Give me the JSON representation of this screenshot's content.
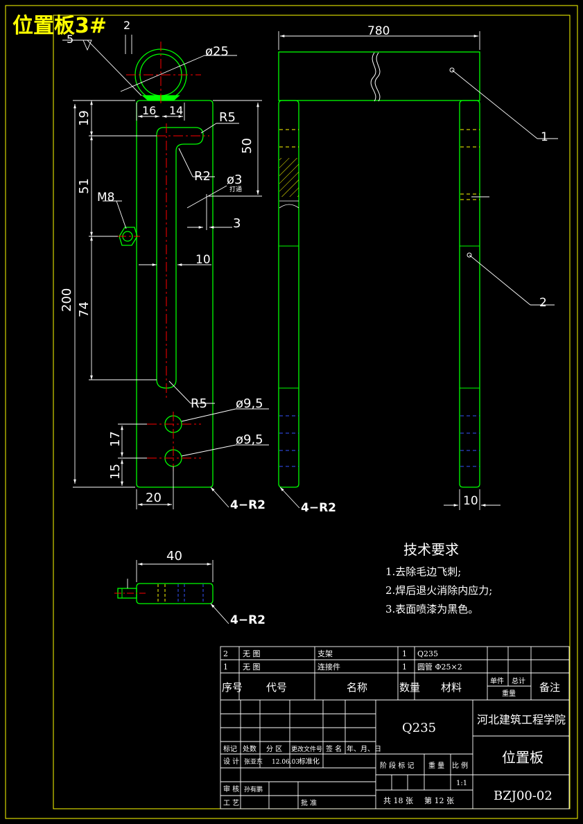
{
  "title": "位置板3#",
  "colors": {
    "background": "#000000",
    "frame": "#ffff00",
    "part_outline": "#00ff00",
    "dimension": "#ffffff",
    "center_line": "#ff0000",
    "hidden_yellow": "#ffff00",
    "hidden_blue": "#3355ff",
    "weld": "#00ff00",
    "title_text": "#ffff00"
  },
  "dims": {
    "d780": "780",
    "d25": "ø25",
    "d5": "5",
    "d2": "2",
    "d16": "16",
    "d14": "14",
    "r5a": "R5",
    "r2": "R2",
    "d50": "50",
    "d19": "19",
    "d51": "51",
    "d3dia": "ø3",
    "d3note": "打通",
    "m8": "M8",
    "d3": "3",
    "d10a": "10",
    "d200": "200",
    "d74": "74",
    "r5b": "R5",
    "d95a": "ø9,5",
    "d95b": "ø9,5",
    "d17": "17",
    "d15": "15",
    "d20": "20",
    "r2x4a": "4−R2",
    "r2x4b": "4−R2",
    "d10b": "10",
    "d40": "40",
    "r2x4c": "4−R2",
    "balloon1": "1",
    "balloon2": "2"
  },
  "tech": {
    "heading": "技术要求",
    "items": [
      "1.去除毛边飞刺;",
      "2.焊后退火消除内应力;",
      "3.表面喷漆为黑色。"
    ]
  },
  "bom": {
    "rows": [
      {
        "no": "2",
        "code": "无 图",
        "name": "支架",
        "qty": "1",
        "material": "Q235"
      },
      {
        "no": "1",
        "code": "无 图",
        "name": "连接件",
        "qty": "1",
        "material": "圆管 Φ25×2"
      }
    ],
    "headers": {
      "no": "序号",
      "code": "代号",
      "name": "名称",
      "qty": "数量",
      "material": "材料",
      "single": "单件",
      "total": "总计",
      "weight": "重量",
      "remark": "备注"
    }
  },
  "titleblock": {
    "material": "Q235",
    "school": "河北建筑工程学院",
    "part_name": "位置板",
    "drawing_no": "BZJ00-02",
    "rev_headers": [
      "标记",
      "处数",
      "分 区",
      "更改文件号",
      "签 名",
      "年、月、日"
    ],
    "design_label": "设 计",
    "designer": "张亚东",
    "date": "12.06.03",
    "standard_label": "标准化",
    "review_label": "审 核",
    "reviewer": "孙有鹏",
    "process_label": "工 艺",
    "approve_label": "批 准",
    "stage_label": "阶 段 标 记",
    "weight_label": "重 量",
    "scale_label": "比 例",
    "scale": "1:1",
    "sheets": "共 18 张",
    "sheet_no": "第 12 张"
  }
}
